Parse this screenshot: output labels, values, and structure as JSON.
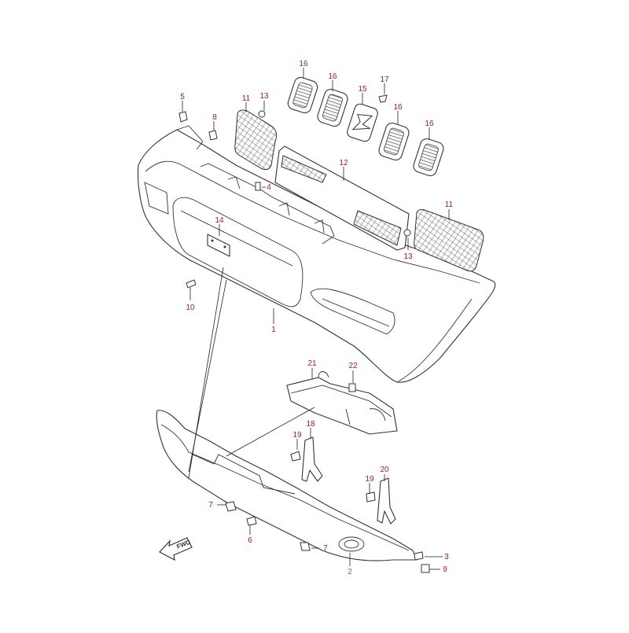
{
  "diagram": {
    "direction_badge": "FWD",
    "highlight_color": "#2e9e2e",
    "label_color": "#b0191e",
    "callouts": [
      {
        "id": "c1",
        "text": "1"
      },
      {
        "id": "c2",
        "text": "2"
      },
      {
        "id": "c3",
        "text": "3"
      },
      {
        "id": "c4",
        "text": "4"
      },
      {
        "id": "c5",
        "text": "5"
      },
      {
        "id": "c6",
        "text": "6"
      },
      {
        "id": "c7a",
        "text": "7"
      },
      {
        "id": "c7b",
        "text": "7"
      },
      {
        "id": "c8",
        "text": "8"
      },
      {
        "id": "c9",
        "text": "9"
      },
      {
        "id": "c10",
        "text": "10"
      },
      {
        "id": "c11a",
        "text": "11"
      },
      {
        "id": "c11b",
        "text": "11"
      },
      {
        "id": "c12",
        "text": "12"
      },
      {
        "id": "c13a",
        "text": "13"
      },
      {
        "id": "c13b",
        "text": "13"
      },
      {
        "id": "c14",
        "text": "14"
      },
      {
        "id": "c15",
        "text": "15"
      },
      {
        "id": "c16a",
        "text": "16"
      },
      {
        "id": "c16b",
        "text": "16"
      },
      {
        "id": "c16c",
        "text": "16"
      },
      {
        "id": "c16d",
        "text": "16"
      },
      {
        "id": "c17",
        "text": "17"
      },
      {
        "id": "c18",
        "text": "18"
      },
      {
        "id": "c19a",
        "text": "19"
      },
      {
        "id": "c19b",
        "text": "19"
      },
      {
        "id": "c20",
        "text": "20"
      },
      {
        "id": "c21",
        "text": "21"
      },
      {
        "id": "c22",
        "text": "22"
      }
    ]
  }
}
